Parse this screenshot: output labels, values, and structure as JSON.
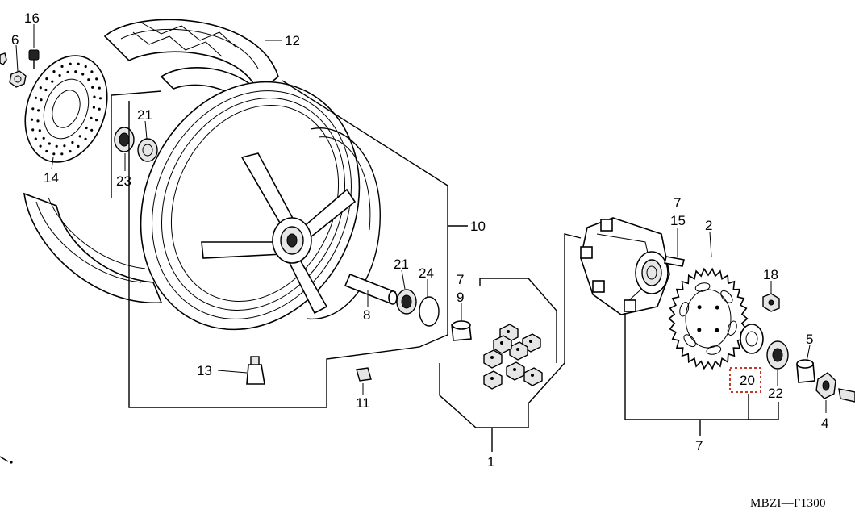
{
  "diagram": {
    "code": "MBZI—F1300",
    "callouts": [
      {
        "id": "c16",
        "text": "16"
      },
      {
        "id": "c6",
        "text": "6"
      },
      {
        "id": "c12",
        "text": "12"
      },
      {
        "id": "c21a",
        "text": "21"
      },
      {
        "id": "c23",
        "text": "23"
      },
      {
        "id": "c14",
        "text": "14"
      },
      {
        "id": "c10",
        "text": "10"
      },
      {
        "id": "c7a",
        "text": "7"
      },
      {
        "id": "c15",
        "text": "15"
      },
      {
        "id": "c2",
        "text": "2"
      },
      {
        "id": "c21b",
        "text": "21"
      },
      {
        "id": "c24",
        "text": "24"
      },
      {
        "id": "c7b",
        "text": "7"
      },
      {
        "id": "c9",
        "text": "9"
      },
      {
        "id": "c8",
        "text": "8"
      },
      {
        "id": "c18",
        "text": "18"
      },
      {
        "id": "c5",
        "text": "5"
      },
      {
        "id": "c13",
        "text": "13"
      },
      {
        "id": "c11",
        "text": "11"
      },
      {
        "id": "c20",
        "text": "20"
      },
      {
        "id": "c22",
        "text": "22"
      },
      {
        "id": "c4",
        "text": "4"
      },
      {
        "id": "c1",
        "text": "1"
      },
      {
        "id": "c7c",
        "text": "7"
      }
    ],
    "highlighted": "20"
  }
}
